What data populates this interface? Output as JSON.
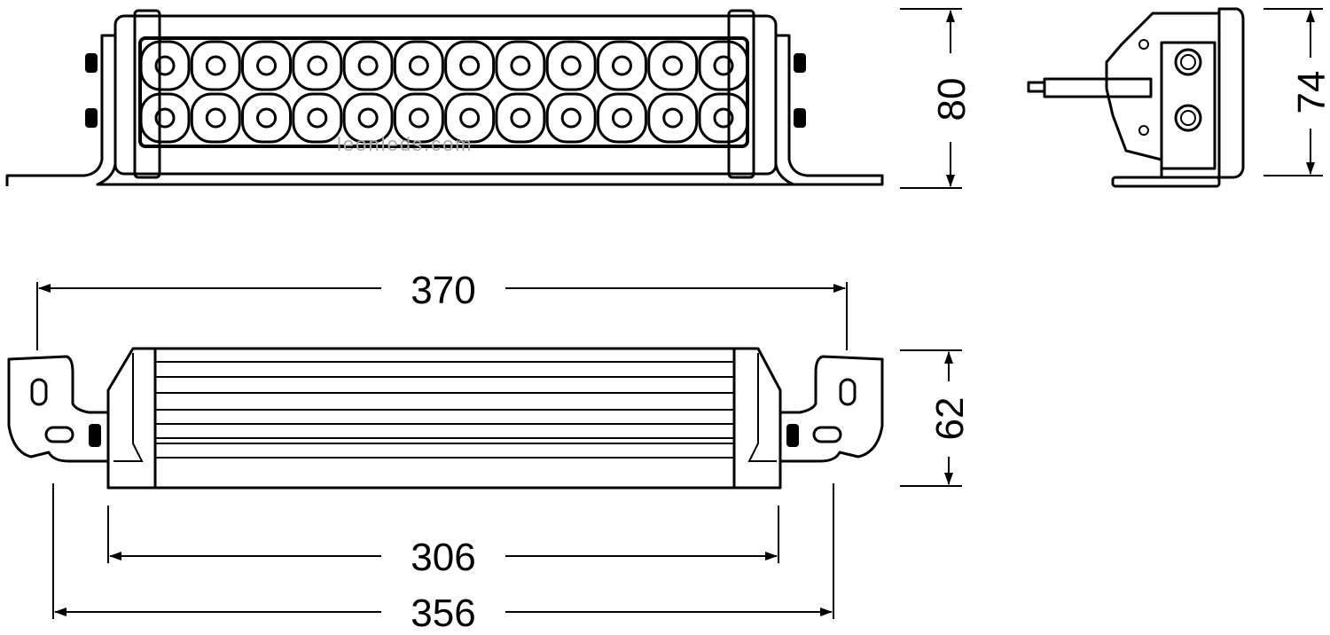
{
  "drawing": {
    "front_view": {
      "led_columns": 12,
      "led_rows": 2
    },
    "dimensions": {
      "front_height": "80",
      "side_height": "74",
      "overall_width": "370",
      "top_depth": "62",
      "body_length": "306",
      "mount_spacing": "356"
    },
    "watermark": "leonleds.com",
    "colors": {
      "line": "#000000",
      "background": "#ffffff",
      "watermark": "#aaaaaa"
    }
  }
}
